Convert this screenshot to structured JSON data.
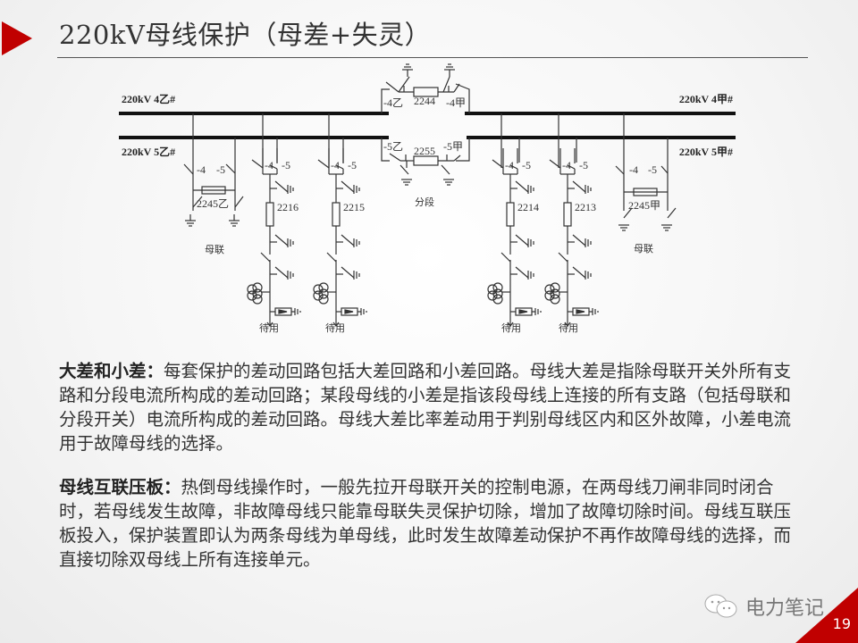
{
  "slide": {
    "title": "220kV母线保护（母差+失灵）",
    "page_number": "19",
    "accent_color": "#c00000"
  },
  "diagram": {
    "buses": {
      "bus4_left": "220kV 4乙#",
      "bus5_left": "220kV 5乙#",
      "bus4_right": "220kV 4甲#",
      "bus5_right": "220kV 5甲#"
    },
    "sectional": {
      "upper_breaker": "2244",
      "upper_left_switch": "-4乙",
      "upper_right_switch": "-4甲",
      "lower_breaker": "2255",
      "lower_left_switch": "-5乙",
      "lower_right_switch": "-5甲",
      "label": "分段"
    },
    "bus_couplers": [
      {
        "breaker": "2245乙",
        "switch_4": "-4",
        "switch_5": "-5",
        "label": "母联"
      },
      {
        "breaker": "2245甲",
        "switch_4": "-4",
        "switch_5": "-5",
        "label": "母联"
      }
    ],
    "feeders": [
      {
        "breaker": "2216",
        "switch_4": "-4",
        "switch_5": "-5",
        "label": "待用"
      },
      {
        "breaker": "2215",
        "switch_4": "-4",
        "switch_5": "-5",
        "label": "待用"
      },
      {
        "breaker": "2214",
        "switch_4": "-4",
        "switch_5": "-5",
        "label": "待用"
      },
      {
        "breaker": "2213",
        "switch_4": "-4",
        "switch_5": "-5",
        "label": "待用"
      }
    ]
  },
  "paragraphs": [
    {
      "lead": "大差和小差：",
      "body": "每套保护的差动回路包括大差回路和小差回路。母线大差是指除母联开关外所有支路和分段电流所构成的差动回路；某段母线的小差是指该段母线上连接的所有支路（包括母联和分段开关）电流所构成的差动回路。母线大差比率差动用于判别母线区内和区外故障，小差电流用于故障母线的选择。"
    },
    {
      "lead": "母线互联压板：",
      "body": "热倒母线操作时，一般先拉开母联开关的控制电源，在两母线刀闸非同时闭合时，若母线发生故障，非故障母线只能靠母联失灵保护切除，增加了故障切除时间。母线互联压板投入，保护装置即认为两条母线为单母线，此时发生故障差动保护不再作故障母线的选择，而直接切除双母线上所有连接单元。"
    }
  ],
  "watermark": {
    "icon": "wechat-icon",
    "text": "电力笔记"
  }
}
